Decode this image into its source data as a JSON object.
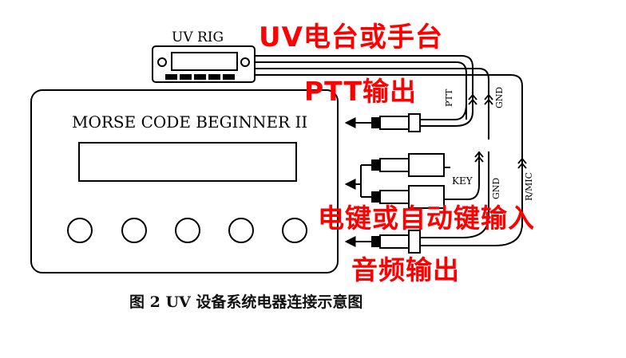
{
  "rig_label": "UV  RIG",
  "device_name": "MORSE CODE BEGINNER II",
  "annotations": {
    "uv_station": "UV电台或手台",
    "ptt_output": "PTT输出",
    "key_input": "电键或自动键输入",
    "audio_output": "音频输出"
  },
  "wire_labels": {
    "ptt": "PTT",
    "gnd_top": "GND",
    "key": "KEY",
    "gnd_bottom": "GND",
    "audio": "R/MIC"
  },
  "caption": "图 2    UV 设备系统电器连接示意图",
  "colors": {
    "annotation": "#ff0000",
    "line": "#000000"
  }
}
